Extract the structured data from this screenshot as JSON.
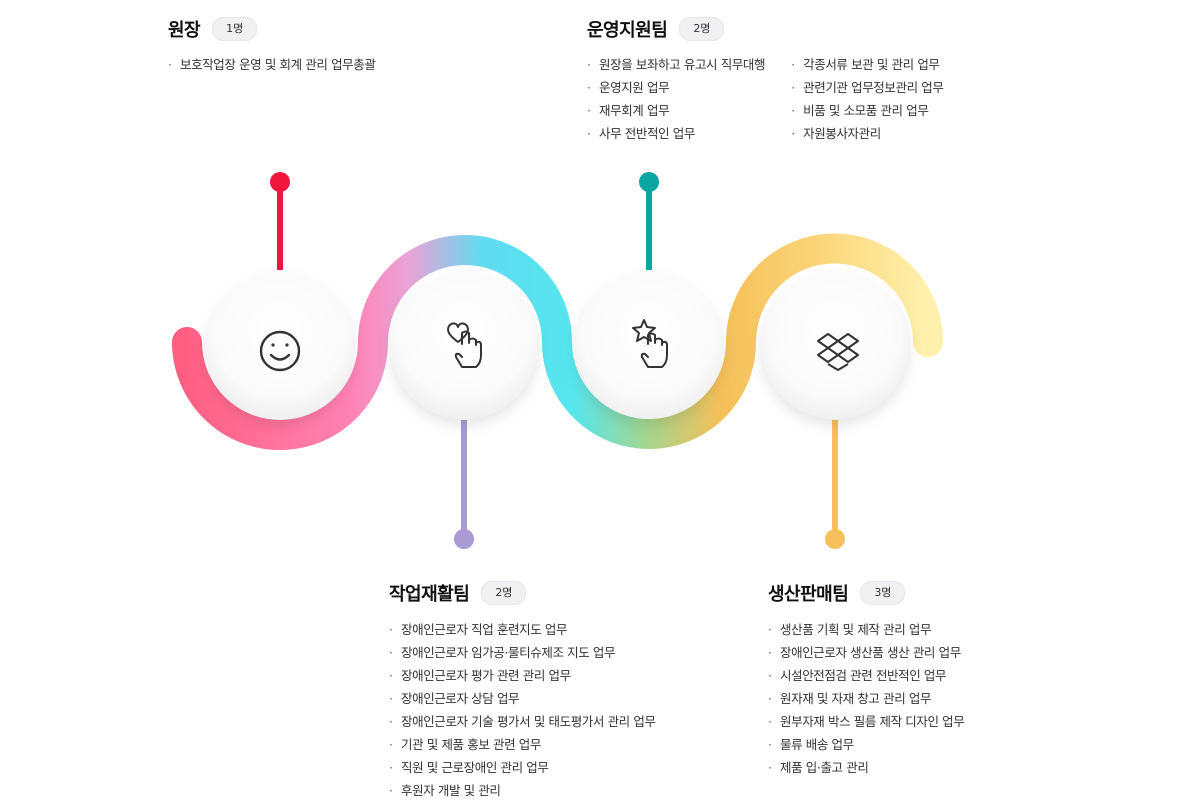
{
  "sections": {
    "director": {
      "title": "원장",
      "count": "1명",
      "items": [
        "보호작업장 운영 및 회계 관리 업무총괄"
      ]
    },
    "support": {
      "title": "운영지원팀",
      "count": "2명",
      "items_left": [
        "원장을 보좌하고 유고시 직무대행",
        "운영지원 업무",
        "재무회계 업무",
        "사무 전반적인 업무"
      ],
      "items_right": [
        "각종서류 보관 및 관리 업무",
        "관련기관 업무정보관리 업무",
        "비품 및 소모품 관리 업무",
        "자원봉사자관리"
      ]
    },
    "rehab": {
      "title": "작업재활팀",
      "count": "2명",
      "items": [
        "장애인근로자 직업 훈련지도 업무",
        "장애인근로자 임가공·물티슈제조 지도 업무",
        "장애인근로자 평가 관련 관리 업무",
        "장애인근로자 상담 업무",
        "장애인근로자 기술 평가서 및 태도평가서 관리 업무",
        "기관 및 제품 홍보 관련 업무",
        "직원 및 근로장애인 관리 업무",
        "후원자 개발 및 관리"
      ]
    },
    "sales": {
      "title": "생산판매팀",
      "count": "3명",
      "items": [
        "생산품 기획 및 제작 관리 업무",
        "장애인근로자 생산품 생산 관리 업무",
        "시설안전점검 관련 전반적인 업무",
        "원자재 및 자재 창고 관리 업무",
        "원부자재 박스 필름 제작 디자인 업무",
        "물류 배송 업무",
        "제품 입·출고 관리"
      ]
    }
  },
  "icons": [
    "smile-icon",
    "heart-hand-icon",
    "star-hand-icon",
    "dropbox-icon"
  ],
  "colors": {
    "director": "#f0173f",
    "support": "#0aa6a2",
    "rehab": "#a99ad4",
    "sales": "#f7c05c",
    "wave": [
      "#ff5c82",
      "#ff8ec2",
      "#5be0f1",
      "#f7c05c",
      "#fff2b0"
    ]
  }
}
